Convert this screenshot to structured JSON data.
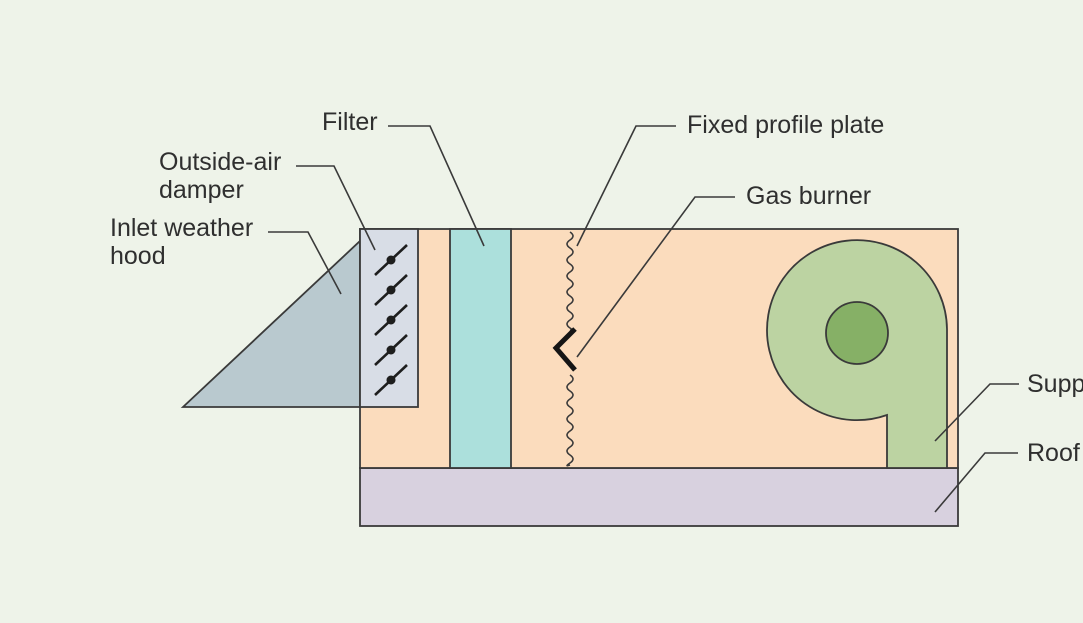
{
  "labels": {
    "filter": "Filter",
    "outside_air_damper_line1": "Outside-air",
    "outside_air_damper_line2": "damper",
    "inlet_weather_hood_line1": "Inlet weather",
    "inlet_weather_hood_line2": "hood",
    "fixed_profile_plate": "Fixed profile plate",
    "gas_burner": "Gas burner",
    "supply_partial": "Supp",
    "roof_partial": "Roof"
  },
  "colors": {
    "background": "#eef3e9",
    "unit_casing": "#fbdcbd",
    "filter": "#ace0dc",
    "weather_hood": "#b9c9cf",
    "damper_frame": "#d8dde6",
    "fan_housing": "#bcd3a2",
    "fan_hub": "#86b066",
    "roof_curb": "#d8d1df",
    "line": "#3a3a3a"
  }
}
